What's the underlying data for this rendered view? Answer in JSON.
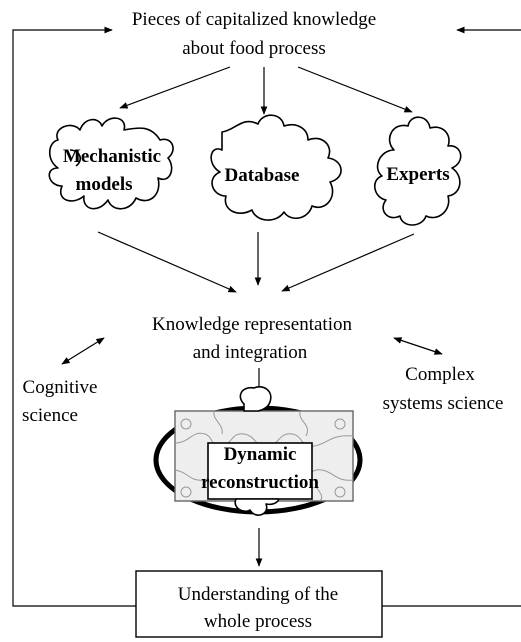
{
  "top_title": [
    "Pieces of capitalized knowledge",
    "about food process"
  ],
  "pieces": [
    {
      "name": "mechanistic-models",
      "lines": [
        "Mechanistic",
        "models"
      ]
    },
    {
      "name": "database",
      "lines": [
        "Database"
      ]
    },
    {
      "name": "experts",
      "lines": [
        "Experts"
      ]
    }
  ],
  "representation": [
    "Knowledge representation",
    "and integration"
  ],
  "cognitive": [
    "Cognitive",
    "science"
  ],
  "complex": [
    "Complex",
    "systems science"
  ],
  "dynamic": [
    "Dynamic",
    "reconstruction"
  ],
  "understanding": [
    "Understanding of the",
    "whole process"
  ]
}
